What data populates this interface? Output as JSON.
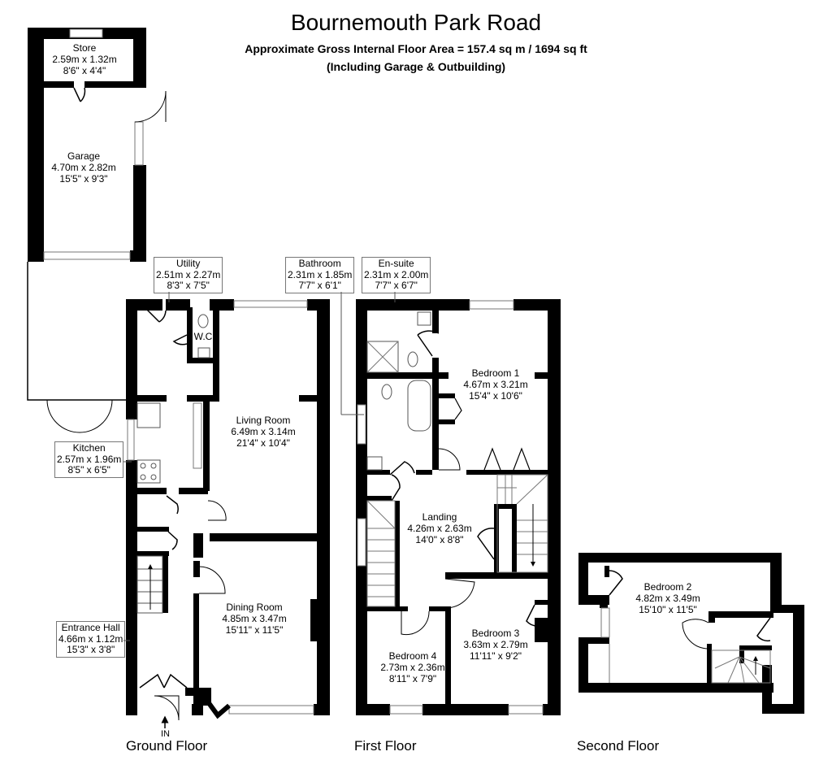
{
  "header": {
    "title": "Bournemouth Park Road",
    "area_line": "Approximate Gross Internal Floor Area  = 157.4 sq m  / 1694 sq ft",
    "note": "(Including Garage & Outbuilding)"
  },
  "floors": {
    "ground": {
      "name": "Ground Floor",
      "entrance_marker": "IN",
      "rooms": {
        "store": {
          "name": "Store",
          "metric": "2.59m x 1.32m",
          "imperial": "8'6\" x 4'4\""
        },
        "garage": {
          "name": "Garage",
          "metric": "4.70m x 2.82m",
          "imperial": "15'5\" x 9'3\""
        },
        "utility": {
          "name": "Utility",
          "metric": "2.51m x 2.27m",
          "imperial": "8'3\" x 7'5\""
        },
        "wc": {
          "name": "W.C"
        },
        "kitchen": {
          "name": "Kitchen",
          "metric": "2.57m x 1.96m",
          "imperial": "8'5\" x 6'5\""
        },
        "living_room": {
          "name": "Living Room",
          "metric": "6.49m x 3.14m",
          "imperial": "21'4\" x 10'4\""
        },
        "dining_room": {
          "name": "Dining Room",
          "metric": "4.85m x 3.47m",
          "imperial": "15'11\" x 11'5\""
        },
        "entrance_hall": {
          "name": "Entrance Hall",
          "metric": "4.66m x 1.12m",
          "imperial": "15'3\" x 3'8\""
        }
      }
    },
    "first": {
      "name": "First Floor",
      "rooms": {
        "bathroom": {
          "name": "Bathroom",
          "metric": "2.31m x 1.85m",
          "imperial": "7'7\" x 6'1\""
        },
        "ensuite": {
          "name": "En-suite",
          "metric": "2.31m x 2.00m",
          "imperial": "7'7\" x 6'7\""
        },
        "bedroom1": {
          "name": "Bedroom 1",
          "metric": "4.67m x 3.21m",
          "imperial": "15'4\" x 10'6\""
        },
        "landing": {
          "name": "Landing",
          "metric": "4.26m x 2.63m",
          "imperial": "14'0\" x 8'8\""
        },
        "bedroom4": {
          "name": "Bedroom 4",
          "metric": "2.73m x 2.36m",
          "imperial": "8'11\" x 7'9\""
        },
        "bedroom3": {
          "name": "Bedroom 3",
          "metric": "3.63m x 2.79m",
          "imperial": "11'11\" x 9'2\""
        }
      }
    },
    "second": {
      "name": "Second Floor",
      "rooms": {
        "bedroom2": {
          "name": "Bedroom 2",
          "metric": "4.82m x 3.49m",
          "imperial": "15'10\" x 11'5\""
        }
      }
    }
  },
  "colors": {
    "wall": "#000000",
    "line": "#555555",
    "window": "#ffffff",
    "label_border": "#777777"
  }
}
